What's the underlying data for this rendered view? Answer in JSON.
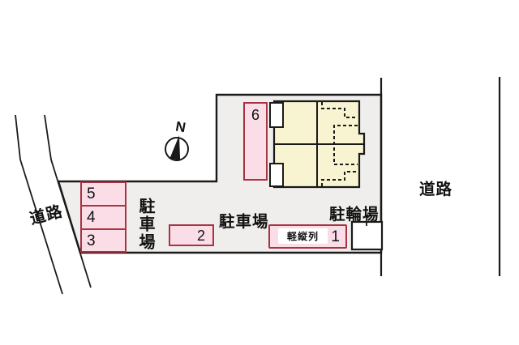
{
  "labels": {
    "north": "N",
    "road_left": "道路",
    "road_right": "道路",
    "parking_area_left": "駐車場",
    "parking_area_main": "駐車場",
    "bicycle_parking": "駐輪場"
  },
  "parking_slots": {
    "slot1": {
      "number": "1",
      "note": "軽縦列"
    },
    "slot2": {
      "number": "2"
    },
    "slot3": {
      "number": "3"
    },
    "slot4": {
      "number": "4"
    },
    "slot5": {
      "number": "5"
    },
    "slot6": {
      "number": "6"
    }
  },
  "colors": {
    "slot_fill": "#fbdde8",
    "slot_border": "#a83343",
    "building_fill": "#f8f3d0",
    "site_fill": "#efeeec",
    "line": "#1a1a1a"
  }
}
